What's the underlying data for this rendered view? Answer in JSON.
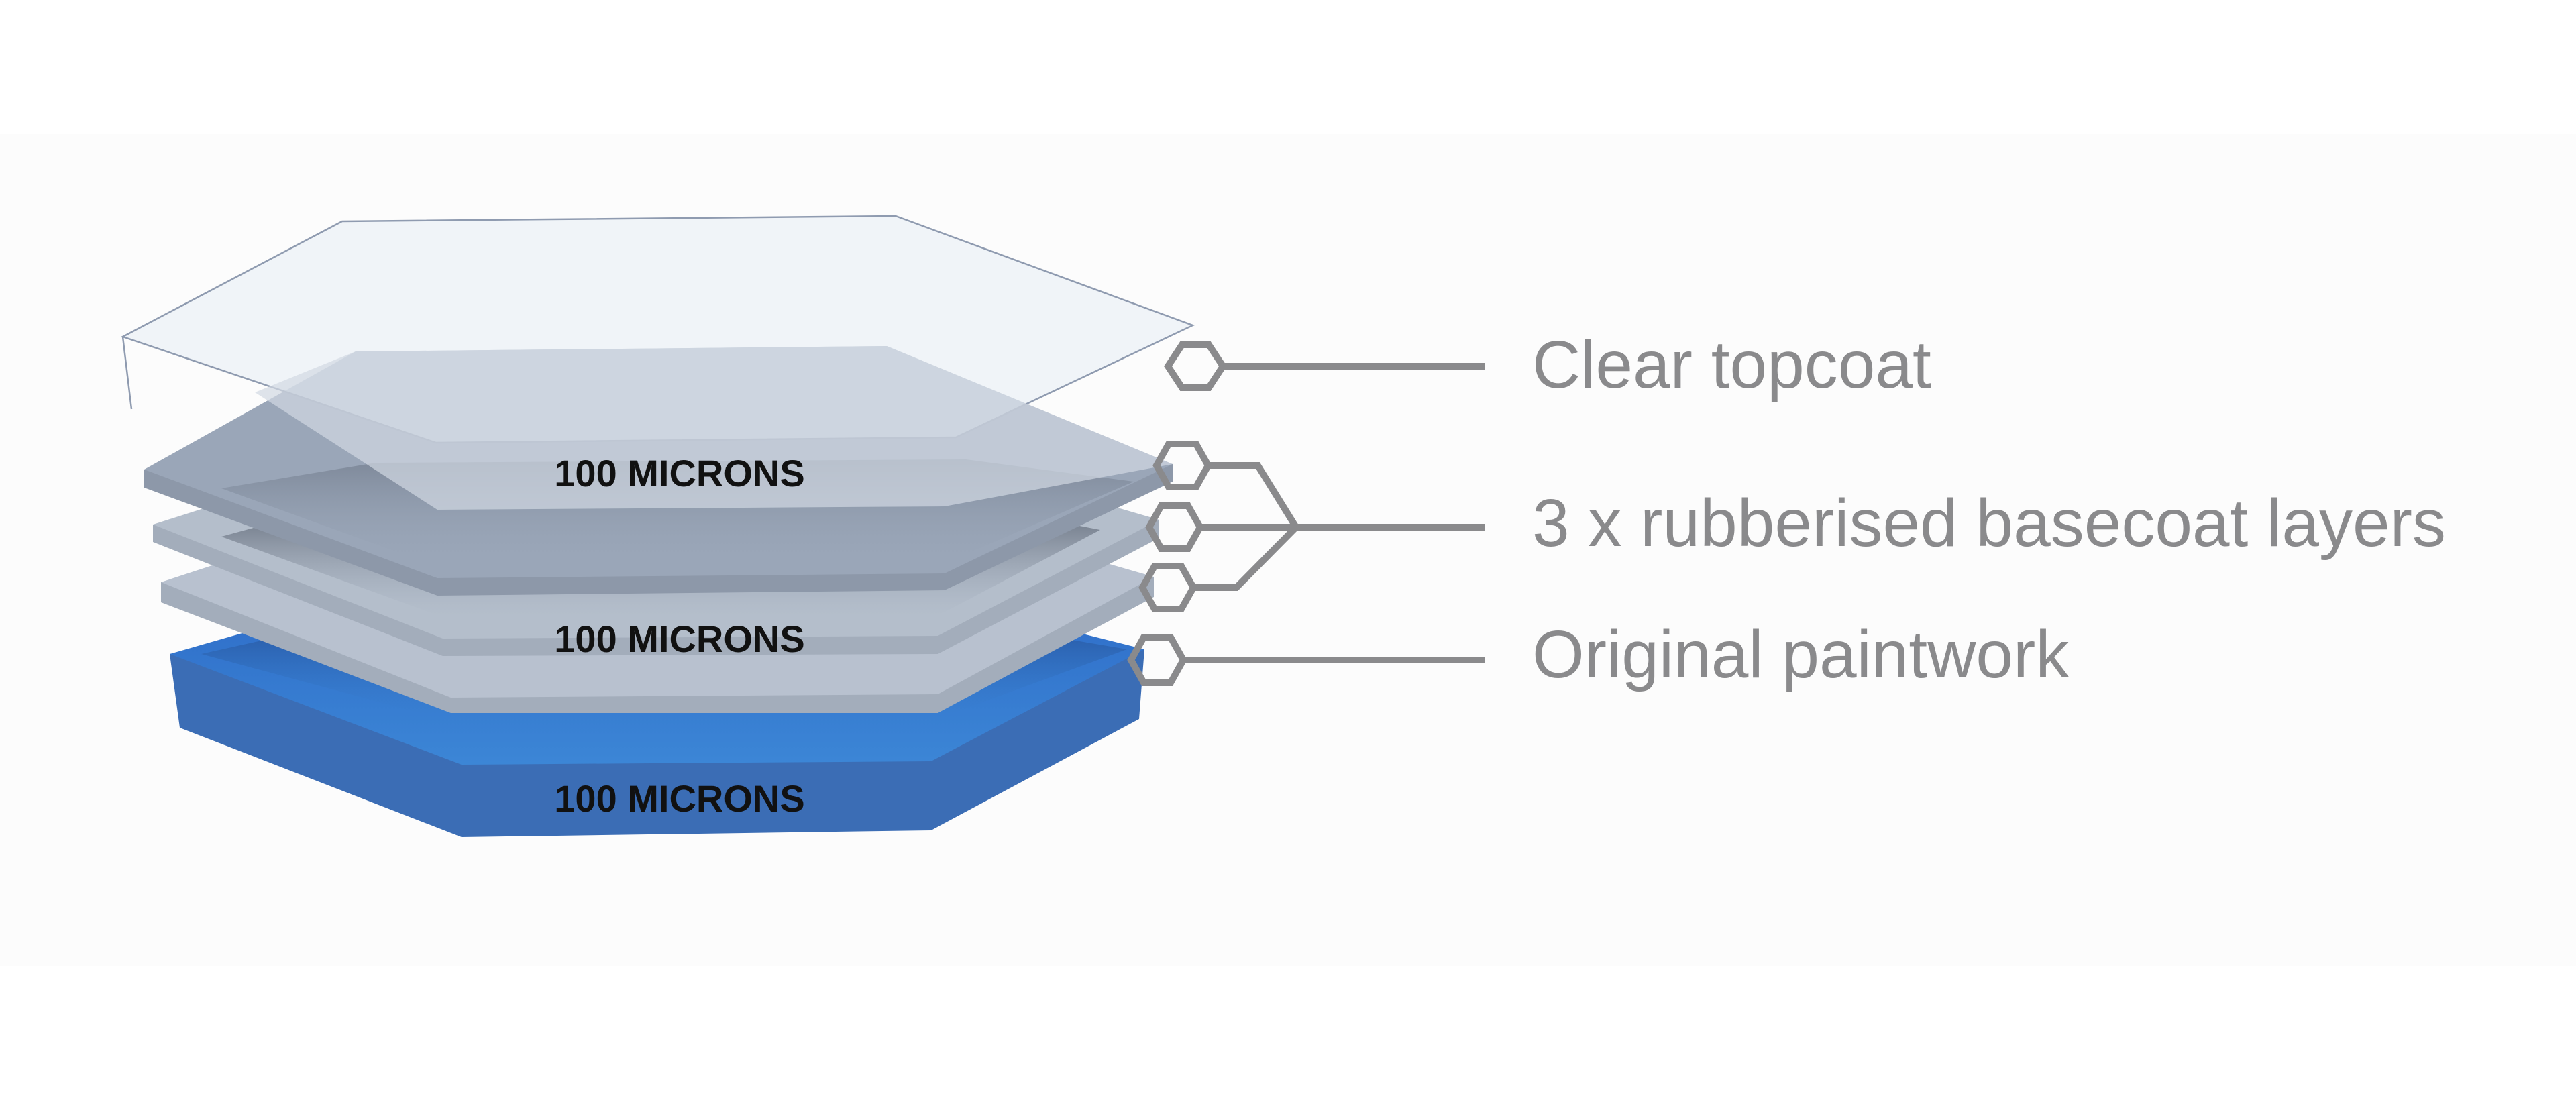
{
  "layers": {
    "base_paint_thickness": "100 MICRONS",
    "rubber_thickness": "100 MICRONS",
    "top_thickness": "100 MICRONS"
  },
  "callouts": {
    "clear_topcoat": "Clear topcoat",
    "basecoat_layers": "3 x rubberised basecoat layers",
    "original_paintwork": "Original paintwork"
  },
  "colors": {
    "paintwork_blue": "#3b6db5",
    "basecoat_grey": "#9aa6b8",
    "topcoat_outline": "#8f9bb0",
    "callout_line": "#8a8a8c",
    "callout_text": "#8a8a8c"
  },
  "icons": {
    "callout_marker": "hexagon-icon"
  }
}
